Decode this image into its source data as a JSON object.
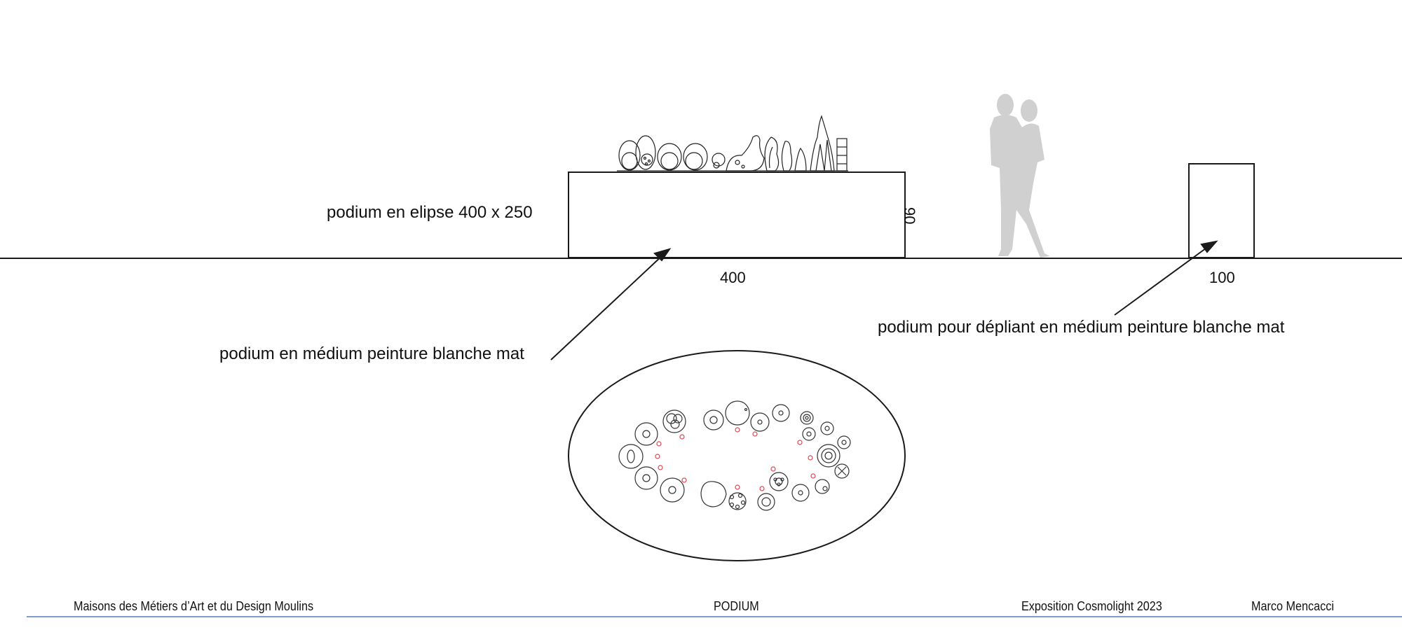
{
  "labels": {
    "ellipse_podium": "podium en elipse 400 x 250",
    "medium_podium": "podium en médium peinture blanche mat",
    "leaflet_podium": "podium pour dépliant en médium peinture blanche mat"
  },
  "dimensions": {
    "large_width": "400",
    "large_height": "90",
    "small_width": "100"
  },
  "footer": {
    "left": "Maisons des Métiers d’Art et du Design Moulins",
    "center": "PODIUM",
    "right": "Exposition Cosmolight 2023",
    "author": "Marco Mencacci"
  },
  "colors": {
    "line": "#1a1a1a",
    "silhouette": "#d0d0d0",
    "red_marker": "#e0454f",
    "footer_rule": "#7f9ccf"
  }
}
